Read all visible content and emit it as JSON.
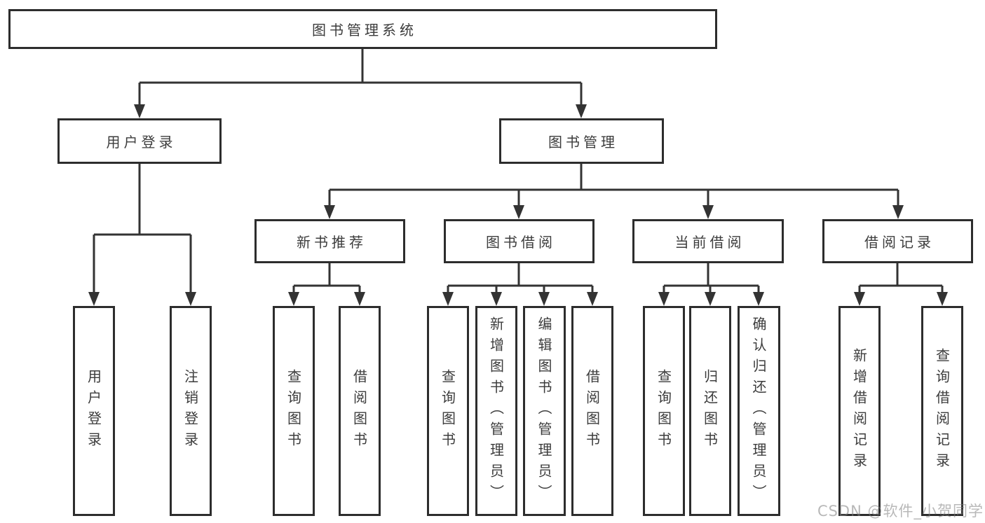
{
  "nodes": {
    "root": {
      "label": "图书管理系统"
    },
    "level2": [
      {
        "label": "用户登录"
      },
      {
        "label": "图书管理"
      }
    ],
    "level3": [
      {
        "label": "新书推荐",
        "parent": "图书管理"
      },
      {
        "label": "图书借阅",
        "parent": "图书管理"
      },
      {
        "label": "当前借阅",
        "parent": "图书管理"
      },
      {
        "label": "借阅记录",
        "parent": "图书管理"
      }
    ],
    "leaves": [
      {
        "label": "用户登录",
        "parent": "用户登录"
      },
      {
        "label": "注销登录",
        "parent": "用户登录"
      },
      {
        "label": "查询图书",
        "parent": "新书推荐"
      },
      {
        "label": "借阅图书",
        "parent": "新书推荐"
      },
      {
        "label": "查询图书",
        "parent": "图书借阅"
      },
      {
        "label": "新增图书（管理员）",
        "parent": "图书借阅"
      },
      {
        "label": "编辑图书（管理员）",
        "parent": "图书借阅"
      },
      {
        "label": "借阅图书",
        "parent": "图书借阅"
      },
      {
        "label": "查询图书",
        "parent": "当前借阅"
      },
      {
        "label": "归还图书",
        "parent": "当前借阅"
      },
      {
        "label": "确认归还（管理员）",
        "parent": "当前借阅"
      },
      {
        "label": "新增借阅记录",
        "parent": "借阅记录"
      },
      {
        "label": "查询借阅记录",
        "parent": "借阅记录"
      }
    ]
  },
  "watermark": "CSDN @软件_小贺同学",
  "colors": {
    "line": "#333333",
    "box_border": "#2d2d2d",
    "text": "#3c3c3c",
    "watermark": "#7d7d7d"
  }
}
